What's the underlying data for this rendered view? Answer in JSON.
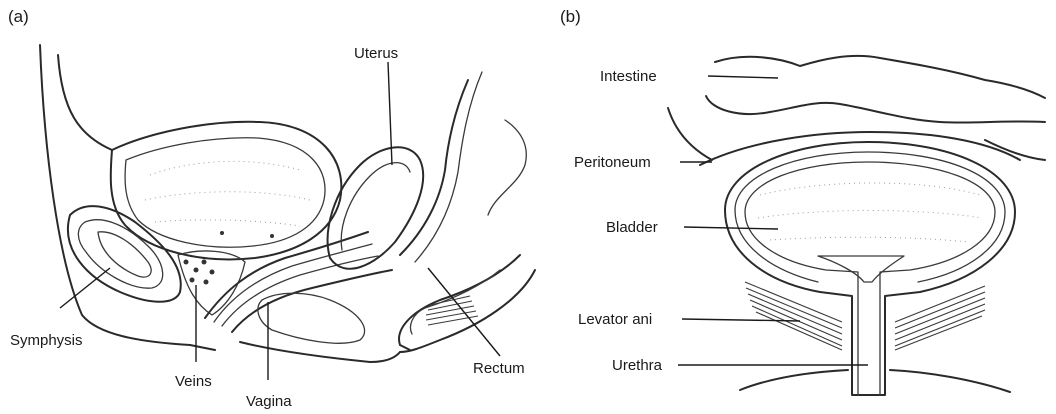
{
  "panel_a": {
    "tag": "(a)",
    "labels": {
      "uterus": "Uterus",
      "symphysis": "Symphysis",
      "veins": "Veins",
      "vagina": "Vagina",
      "rectum": "Rectum"
    }
  },
  "panel_b": {
    "tag": "(b)",
    "labels": {
      "intestine": "Intestine",
      "peritoneum": "Peritoneum",
      "bladder": "Bladder",
      "levator_ani": "Levator ani",
      "urethra": "Urethra"
    }
  }
}
